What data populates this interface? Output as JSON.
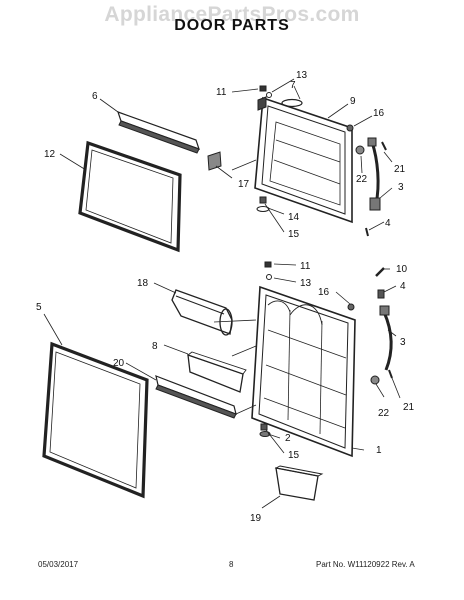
{
  "header": {
    "watermark": "AppliancePartsPros.com",
    "title": "DOOR PARTS"
  },
  "footer": {
    "date": "05/03/2017",
    "page_number": "8",
    "part_number": "Part No.  W11120922  Rev.  A"
  },
  "callouts": {
    "upper_door": [
      "11",
      "13",
      "7",
      "9",
      "16",
      "6",
      "12",
      "17",
      "22",
      "21",
      "3",
      "14",
      "4",
      "15"
    ],
    "lower_door": [
      "11",
      "13",
      "10",
      "4",
      "16",
      "18",
      "5",
      "8",
      "3",
      "20",
      "22",
      "21",
      "2",
      "1",
      "15",
      "19"
    ]
  }
}
